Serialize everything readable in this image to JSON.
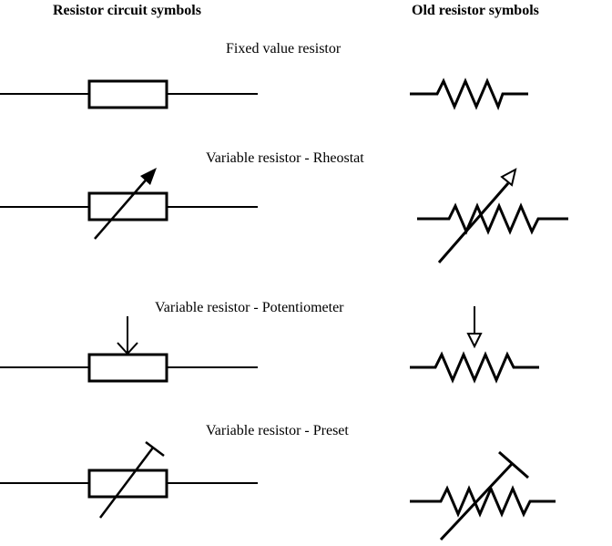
{
  "headers": {
    "modern": "Resistor circuit symbols",
    "old": "Old resistor symbols"
  },
  "symbols": [
    {
      "id": "fixed",
      "label": "Fixed  value resistor"
    },
    {
      "id": "rheostat",
      "label": "Variable resistor - Rheostat"
    },
    {
      "id": "potentiometer",
      "label": "Variable resistor - Potentiometer"
    },
    {
      "id": "preset",
      "label": "Variable resistor - Preset"
    }
  ],
  "colors": {
    "ink": "#000000",
    "background": "#ffffff"
  }
}
